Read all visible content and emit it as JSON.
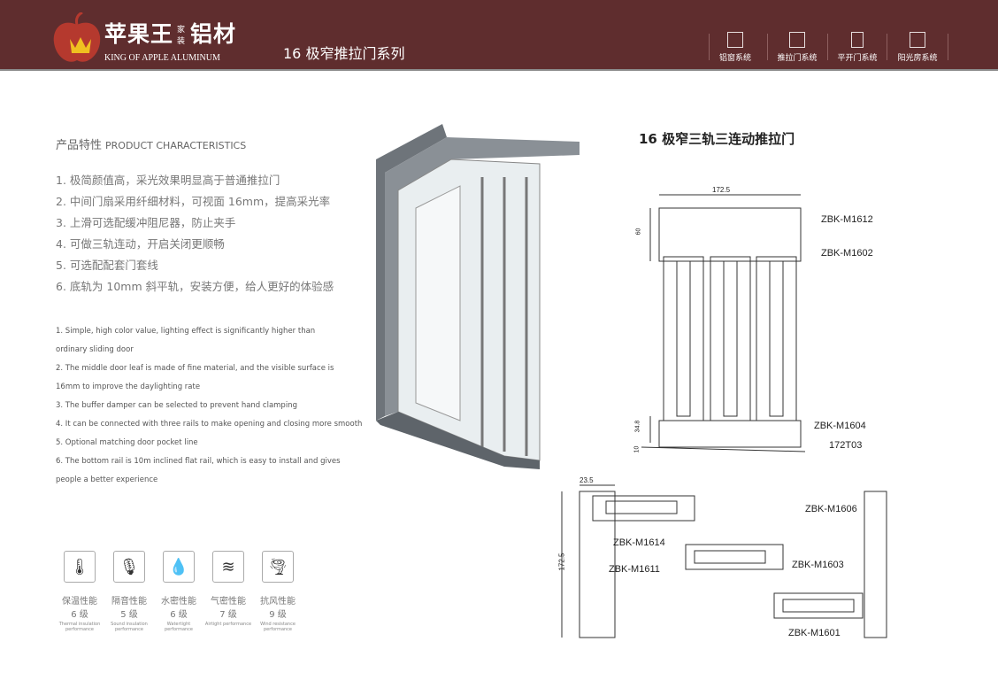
{
  "header": {
    "brand_cn": "苹果王",
    "brand_small": "家装",
    "brand_cn2": "铝材",
    "brand_en": "KING OF APPLE ALUMINUM",
    "series_title": "16 极窄推拉门系列",
    "nav": [
      {
        "label": "铝窗系统",
        "icon": "window-icon"
      },
      {
        "label": "推拉门系统",
        "icon": "sliding-door-icon"
      },
      {
        "label": "平开门系统",
        "icon": "casement-door-icon"
      },
      {
        "label": "阳光房系统",
        "icon": "sunroom-icon"
      }
    ]
  },
  "section": {
    "title_cn": "产品特性",
    "title_en": "PRODUCT CHARACTERISTICS"
  },
  "features_cn": [
    "1. 极简颜值高，采光效果明显高于普通推拉门",
    "2. 中间门扇采用纤细材料，可视面 16mm，提高采光率",
    "3. 上滑可选配缓冲阻尼器，防止夹手",
    "4. 可做三轨连动，开启关闭更顺畅",
    "5. 可选配配套门套线",
    "6. 底轨为 10mm 斜平轨，安装方便，给人更好的体验感"
  ],
  "features_en": [
    "1. Simple, high color value, lighting effect is significantly higher than",
    "ordinary sliding door",
    "2. The middle door leaf is made of fine material, and the visible surface is",
    "16mm to improve the daylighting rate",
    "3. The buffer damper can be selected to prevent hand clamping",
    "4. It can be connected with three rails to make opening and closing more smooth",
    "5. Optional matching door pocket line",
    "6. The bottom rail is 10m inclined flat rail, which is easy to install and gives",
    "people a better experience"
  ],
  "performance": [
    {
      "cn": "保温性能",
      "grade": "6 级",
      "en": "Thermal insulation performance",
      "icon": "thermometer-icon"
    },
    {
      "cn": "隔音性能",
      "grade": "5 级",
      "en": "Sound insulation performance",
      "icon": "muted-microphone-icon"
    },
    {
      "cn": "水密性能",
      "grade": "6 级",
      "en": "Watertight performance",
      "icon": "water-drops-icon"
    },
    {
      "cn": "气密性能",
      "grade": "7 级",
      "en": "Airtight performance",
      "icon": "wind-icon"
    },
    {
      "cn": "抗风性能",
      "grade": "9 级",
      "en": "Wind resistance performance",
      "icon": "tornado-icon"
    }
  ],
  "product_title": "16 极窄三轨三连动推拉门",
  "drawing1": {
    "dims": [
      "172.5",
      "60",
      "34.8",
      "10"
    ],
    "labels": [
      "ZBK-M1612",
      "ZBK-M1602",
      "ZBK-M1604",
      "172T03"
    ]
  },
  "drawing2": {
    "dims": [
      "23.5",
      "172.5"
    ],
    "labels": [
      "ZBK-M1606",
      "ZBK-M1614",
      "ZBK-M1611",
      "ZBK-M1603",
      "ZBK-M1601"
    ]
  },
  "colors": {
    "header": "#5f2d2e"
  }
}
